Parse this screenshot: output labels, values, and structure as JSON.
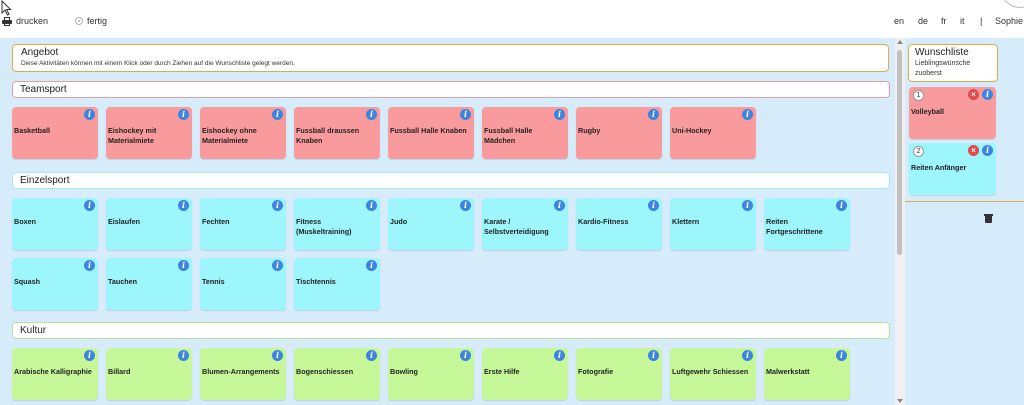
{
  "toolbar": {
    "print_label": "drucken",
    "done_label": "fertig"
  },
  "languages": [
    "en",
    "de",
    "fr",
    "it"
  ],
  "separator": "|",
  "user_name": "Sophie",
  "offer": {
    "title": "Angebot",
    "subtitle": "Diese Aktivitäten können mit einem Klick oder durch Ziehen auf die Wunschliste gelegt werden."
  },
  "categories": [
    {
      "name": "Teamsport",
      "color": "#f99a9c",
      "items": [
        "Basketball",
        "Eishockey mit Materialmiete",
        "Eishockey ohne Materialmiete",
        "Fussball draussen Knaben",
        "Fussball Halle Knaben",
        "Fussball Halle Mädchen",
        "Rugby",
        "Uni-Hockey"
      ]
    },
    {
      "name": "Einzelsport",
      "color": "#9ef6fd",
      "items": [
        "Boxen",
        "Eislaufen",
        "Fechten",
        "Fitness (Muskeltraining)",
        "Judo",
        "Karate / Selbstverteidigung",
        "Kardio-Fitness",
        "Klettern",
        "Reiten Fortgeschrittene",
        "Squash",
        "Tauchen",
        "Tennis",
        "Tischtennis"
      ]
    },
    {
      "name": "Kultur",
      "color": "#c6f89a",
      "items": [
        "Arabische Kalligraphie",
        "Billard",
        "Blumen-Arrangements",
        "Bogenschiessen",
        "Bowling",
        "Erste Hilfe",
        "Fotografie",
        "Luftgewehr Schiessen",
        "Malwerkstatt"
      ]
    }
  ],
  "wishlist": {
    "title": "Wunschliste",
    "subtitle": "Lieblingswünsche zuoberst",
    "items": [
      {
        "rank": "1",
        "label": "Volleyball",
        "color": "#f99a9c"
      },
      {
        "rank": "2",
        "label": "Reiten Anfänger",
        "color": "#9ef6fd"
      }
    ]
  },
  "icons": {
    "info": "info-icon",
    "remove": "remove-icon",
    "trash": "trash-icon",
    "print": "printer-icon",
    "done": "done-icon"
  },
  "info_glyph": "i",
  "remove_glyph": "×"
}
